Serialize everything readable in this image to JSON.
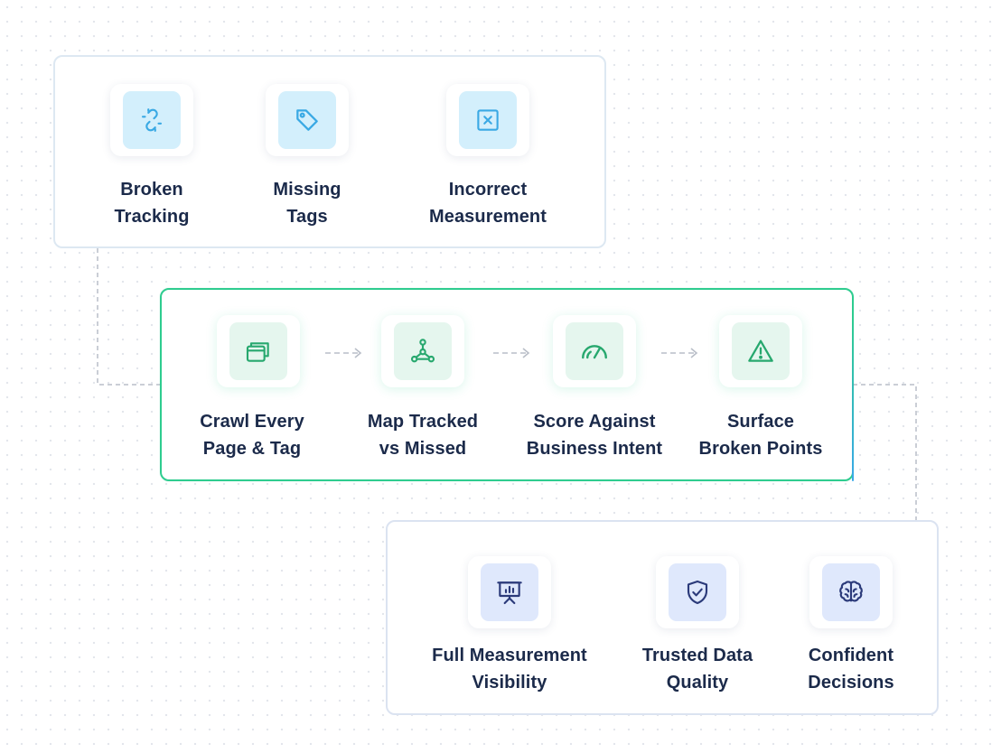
{
  "problems": [
    {
      "line1": "Broken",
      "line2": "Tracking",
      "icon": "broken-link-icon"
    },
    {
      "line1": "Missing",
      "line2": "Tags",
      "icon": "tag-icon"
    },
    {
      "line1": "Incorrect",
      "line2": "Measurement",
      "icon": "x-box-icon"
    }
  ],
  "process": [
    {
      "line1": "Crawl Every",
      "line2": "Page & Tag",
      "icon": "pages-stack-icon"
    },
    {
      "line1": "Map Tracked",
      "line2": "vs Missed",
      "icon": "network-nodes-icon"
    },
    {
      "line1": "Score Against",
      "line2": "Business Intent",
      "icon": "gauge-icon"
    },
    {
      "line1": "Surface",
      "line2": "Broken Points",
      "icon": "warning-triangle-icon"
    }
  ],
  "outcomes": [
    {
      "line1": "Full Measurement",
      "line2": "Visibility",
      "icon": "presentation-chart-icon"
    },
    {
      "line1": "Trusted Data",
      "line2": "Quality",
      "icon": "shield-check-icon"
    },
    {
      "line1": "Confident",
      "line2": "Decisions",
      "icon": "brain-icon"
    }
  ],
  "colors": {
    "blue_icon": "#3aa9e4",
    "green_icon": "#27a86e",
    "indigo_icon": "#2b3a7a",
    "text": "#1b2a4a"
  }
}
